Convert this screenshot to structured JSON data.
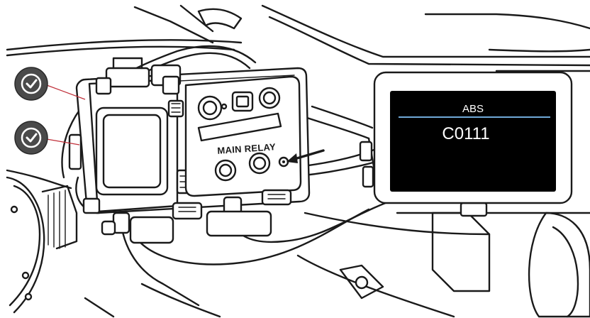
{
  "relay": {
    "label": "MAIN RELAY"
  },
  "scanner": {
    "title": "ABS",
    "code": "C0111",
    "accent": "#6fa8d6",
    "screen_color": "#000000"
  },
  "checks": [
    {
      "icon": "checkmark-icon",
      "status": "ok",
      "color": "#4a4a4a"
    },
    {
      "icon": "checkmark-icon",
      "status": "ok",
      "color": "#4a4a4a"
    }
  ],
  "callout": {
    "icon": "arrow-pointer-icon",
    "line_color": "#c0303a"
  }
}
